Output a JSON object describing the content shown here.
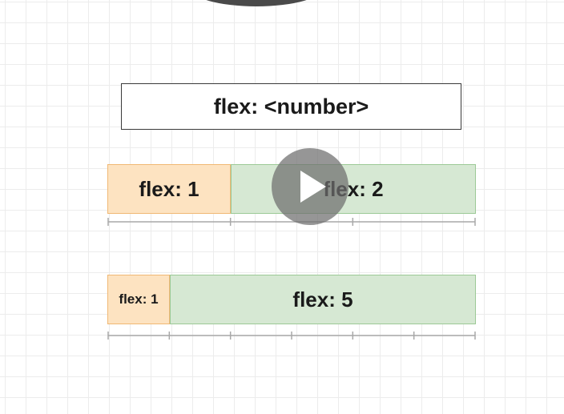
{
  "title": "flex: <number>",
  "rows": [
    {
      "segments": [
        {
          "label": "flex: 1",
          "flex": 1,
          "color": "orange"
        },
        {
          "label": "flex: 2",
          "flex": 2,
          "color": "green"
        }
      ],
      "tick_count": 3
    },
    {
      "segments": [
        {
          "label": "flex: 1",
          "flex": 1,
          "color": "orange"
        },
        {
          "label": "flex: 5",
          "flex": 5,
          "color": "green"
        }
      ],
      "tick_count": 6
    }
  ],
  "colors": {
    "orange_fill": "#fde3c1",
    "orange_border": "#f0b874",
    "green_fill": "#d6e8d3",
    "green_border": "#9cc996",
    "ruler": "#a8a8a8"
  },
  "play_icon": "play-icon"
}
